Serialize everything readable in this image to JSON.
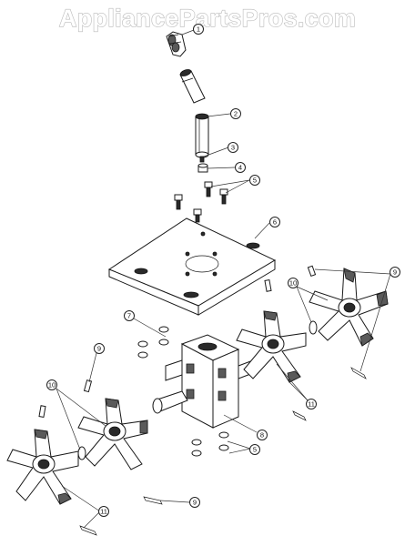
{
  "watermark": "AppliancePartsPros.com",
  "callouts": [
    {
      "id": "c1",
      "label": "1"
    },
    {
      "id": "c2",
      "label": "2"
    },
    {
      "id": "c3",
      "label": "3"
    },
    {
      "id": "c4",
      "label": "4"
    },
    {
      "id": "c5a",
      "label": "5"
    },
    {
      "id": "c6",
      "label": "6"
    },
    {
      "id": "c7",
      "label": "7"
    },
    {
      "id": "c8",
      "label": "8"
    },
    {
      "id": "c9a",
      "label": "9"
    },
    {
      "id": "c9b",
      "label": "9"
    },
    {
      "id": "c9c",
      "label": "9"
    },
    {
      "id": "c10a",
      "label": "10"
    },
    {
      "id": "c10b",
      "label": "10"
    },
    {
      "id": "c11a",
      "label": "11"
    },
    {
      "id": "c11b",
      "label": "11"
    },
    {
      "id": "c5b",
      "label": "5"
    }
  ]
}
